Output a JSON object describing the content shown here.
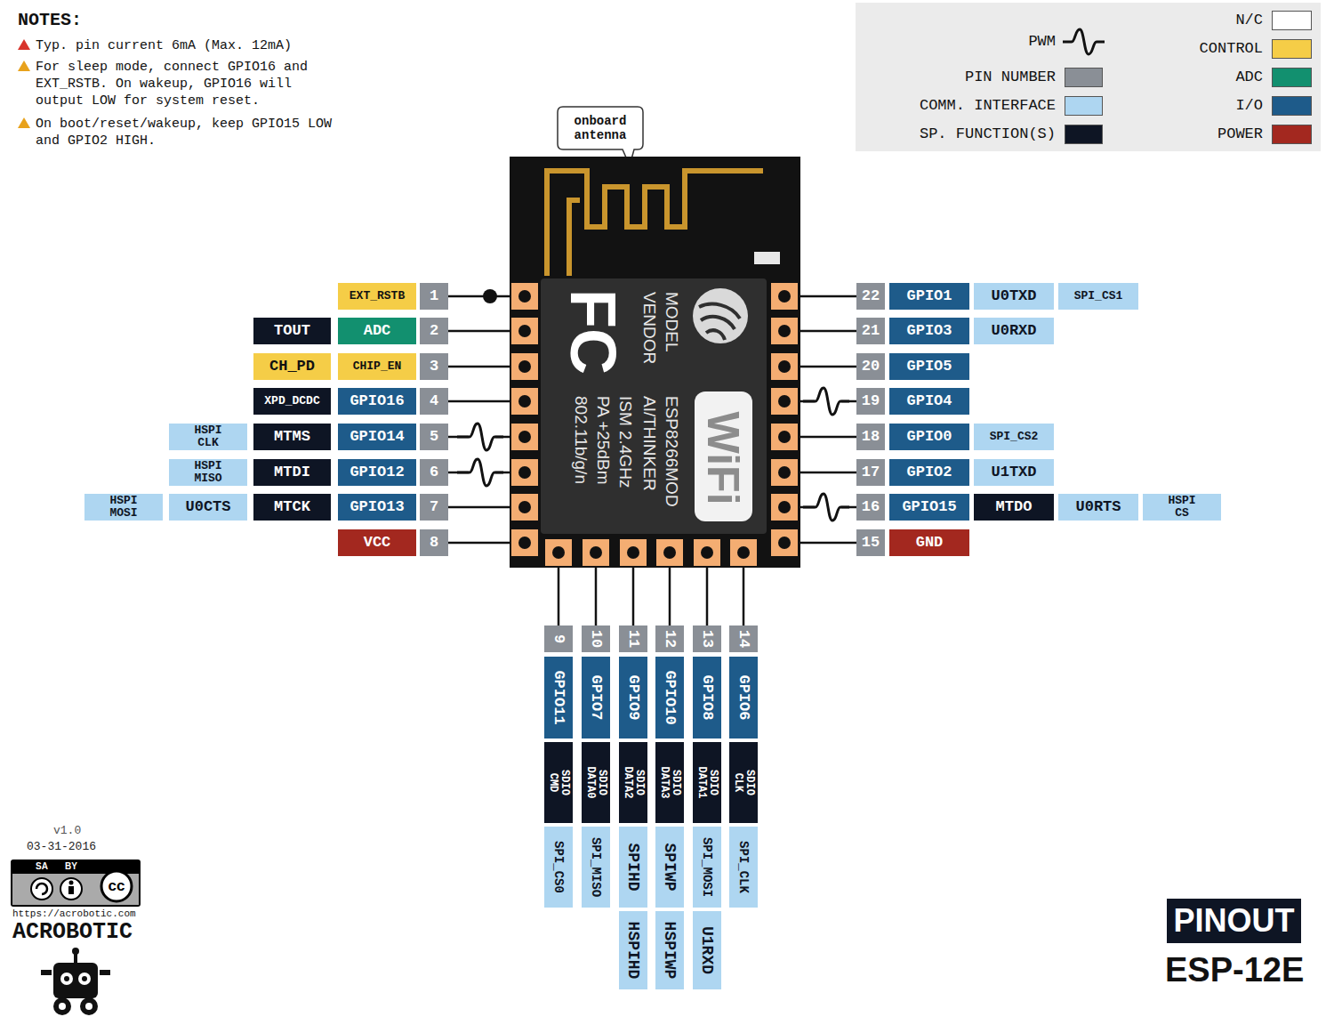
{
  "diagram": {
    "title": "ESP-12E",
    "nodes": [
      {
        "text": [
          "onboard antenna"
        ]
      },
      {
        "text": [
          "MODEL",
          "VENDOR",
          "ESP8266MOD",
          "AI/THINKER",
          "ISM 2.4GHz",
          "PA +25dBm",
          "802.11b/g/n"
        ]
      },
      {
        "text": [
          "1"
        ]
      },
      {
        "text": [
          "EXT_RSTB"
        ]
      },
      {
        "text": [
          "2"
        ]
      },
      {
        "text": [
          "ADC"
        ]
      },
      {
        "text": [
          "TOUT"
        ]
      },
      {
        "text": [
          "3"
        ]
      },
      {
        "text": [
          "CHIP_EN"
        ]
      },
      {
        "text": [
          "CH_PD"
        ]
      },
      {
        "text": [
          "4"
        ]
      },
      {
        "text": [
          "GPIO16"
        ]
      },
      {
        "text": [
          "XPD_DCDC"
        ]
      },
      {
        "text": [
          "5"
        ]
      },
      {
        "text": [
          "GPIO14"
        ]
      },
      {
        "text": [
          "MTMS"
        ]
      },
      {
        "text": [
          "HSPI CLK"
        ]
      },
      {
        "text": [
          "6"
        ]
      },
      {
        "text": [
          "GPIO12"
        ]
      },
      {
        "text": [
          "MTDI"
        ]
      },
      {
        "text": [
          "HSPI MISO"
        ]
      },
      {
        "text": [
          "7"
        ]
      },
      {
        "text": [
          "GPIO13"
        ]
      },
      {
        "text": [
          "MTCK"
        ]
      },
      {
        "text": [
          "U0CTS"
        ]
      },
      {
        "text": [
          "HSPI MOSI"
        ]
      },
      {
        "text": [
          "8"
        ]
      },
      {
        "text": [
          "VCC"
        ]
      },
      {
        "text": [
          "22"
        ]
      },
      {
        "text": [
          "GPIO1"
        ]
      },
      {
        "text": [
          "U0TXD"
        ]
      },
      {
        "text": [
          "SPI_CS1"
        ]
      },
      {
        "text": [
          "21"
        ]
      },
      {
        "text": [
          "GPIO3"
        ]
      },
      {
        "text": [
          "U0RXD"
        ]
      },
      {
        "text": [
          "20"
        ]
      },
      {
        "text": [
          "GPIO5"
        ]
      },
      {
        "text": [
          "19"
        ]
      },
      {
        "text": [
          "GPIO4"
        ]
      },
      {
        "text": [
          "18"
        ]
      },
      {
        "text": [
          "GPIO0"
        ]
      },
      {
        "text": [
          "SPI_CS2"
        ]
      },
      {
        "text": [
          "17"
        ]
      },
      {
        "text": [
          "GPIO2"
        ]
      },
      {
        "text": [
          "U1TXD"
        ]
      },
      {
        "text": [
          "16"
        ]
      },
      {
        "text": [
          "GPIO15"
        ]
      },
      {
        "text": [
          "MTDO"
        ]
      },
      {
        "text": [
          "U0RTS"
        ]
      },
      {
        "text": [
          "HSPI CS"
        ]
      },
      {
        "text": [
          "15"
        ]
      },
      {
        "text": [
          "GND"
        ]
      },
      {
        "text": [
          "9"
        ]
      },
      {
        "text": [
          "GPIO11"
        ]
      },
      {
        "text": [
          "SDIO CMD"
        ]
      },
      {
        "text": [
          "SPI_CS0"
        ]
      },
      {
        "text": [
          "10"
        ]
      },
      {
        "text": [
          "GPIO7"
        ]
      },
      {
        "text": [
          "SDIO DATA0"
        ]
      },
      {
        "text": [
          "SPI_MISO"
        ]
      },
      {
        "text": [
          "11"
        ]
      },
      {
        "text": [
          "GPIO9"
        ]
      },
      {
        "text": [
          "SDIO DATA2"
        ]
      },
      {
        "text": [
          "SPIHD"
        ]
      },
      {
        "text": [
          "HSPIHD"
        ]
      },
      {
        "text": [
          "12"
        ]
      },
      {
        "text": [
          "GPIO10"
        ]
      },
      {
        "text": [
          "SDIO DATA3"
        ]
      },
      {
        "text": [
          "SPIWP"
        ]
      },
      {
        "text": [
          "HSPIWP"
        ]
      },
      {
        "text": [
          "13"
        ]
      },
      {
        "text": [
          "GPIO8"
        ]
      },
      {
        "text": [
          "SDIO DATA1"
        ]
      },
      {
        "text": [
          "SPI_MOSI"
        ]
      },
      {
        "text": [
          "U1RXD"
        ]
      },
      {
        "text": [
          "14"
        ]
      },
      {
        "text": [
          "GPIO6"
        ]
      },
      {
        "text": [
          "SDIO CLK"
        ]
      },
      {
        "text": [
          "SPI_CLK"
        ]
      },
      {
        "text": [
          "PINOUT"
        ]
      }
    ],
    "edges": [
      {
        "from": 1,
        "to": 2,
        "arrow": "none"
      },
      {
        "from": 1,
        "to": 4,
        "arrow": "none"
      },
      {
        "from": 1,
        "to": 7,
        "arrow": "none"
      },
      {
        "from": 1,
        "to": 10,
        "arrow": "none"
      },
      {
        "from": 1,
        "to": 13,
        "arrow": "none"
      },
      {
        "from": 1,
        "to": 17,
        "arrow": "none"
      },
      {
        "from": 1,
        "to": 21,
        "arrow": "none"
      },
      {
        "from": 1,
        "to": 26,
        "arrow": "none"
      },
      {
        "from": 1,
        "to": 28,
        "arrow": "none"
      },
      {
        "from": 1,
        "to": 32,
        "arrow": "none"
      },
      {
        "from": 1,
        "to": 35,
        "arrow": "none"
      },
      {
        "from": 1,
        "to": 37,
        "arrow": "none"
      },
      {
        "from": 1,
        "to": 39,
        "arrow": "none"
      },
      {
        "from": 1,
        "to": 42,
        "arrow": "none"
      },
      {
        "from": 1,
        "to": 45,
        "arrow": "none"
      },
      {
        "from": 1,
        "to": 50,
        "arrow": "none"
      },
      {
        "from": 1,
        "to": 52,
        "arrow": "none"
      },
      {
        "from": 1,
        "to": 56,
        "arrow": "none"
      },
      {
        "from": 1,
        "to": 60,
        "arrow": "none"
      },
      {
        "from": 1,
        "to": 65,
        "arrow": "none"
      },
      {
        "from": 1,
        "to": 70,
        "arrow": "none"
      },
      {
        "from": 1,
        "to": 75,
        "arrow": "none"
      }
    ],
    "labels": [
      "FC",
      "WiFi",
      "NOTES:",
      "Typ. pin current 6mA (Max. 12mA)",
      "For sleep mode, connect GPIO16 and EXT_RSTB. On wakeup, GPIO16 will output LOW for system reset.",
      "On boot/reset/wakeup, keep GPIO15 LOW and GPIO2 HIGH.",
      "v1.0",
      "03-31-2016",
      "cc",
      "BY",
      "SA",
      "https://acrobotic.com",
      "ACROBOTIC"
    ],
    "legend": [
      {
        "text": "N/C",
        "color": "#ffffff"
      },
      {
        "text": "CONTROL",
        "color": "#f5cd47"
      },
      {
        "text": "ADC",
        "color": "#12906f"
      },
      {
        "text": "I/O",
        "color": "#1e5b8a"
      },
      {
        "text": "POWER",
        "color": "#a3281f"
      },
      {
        "text": "PWM"
      },
      {
        "text": "PIN NUMBER",
        "color": "#8a8f96"
      },
      {
        "text": "COMM. INTERFACE",
        "color": "#aed6f1"
      },
      {
        "text": "SP. FUNCTION(S)",
        "color": "#0e1524"
      }
    ]
  }
}
